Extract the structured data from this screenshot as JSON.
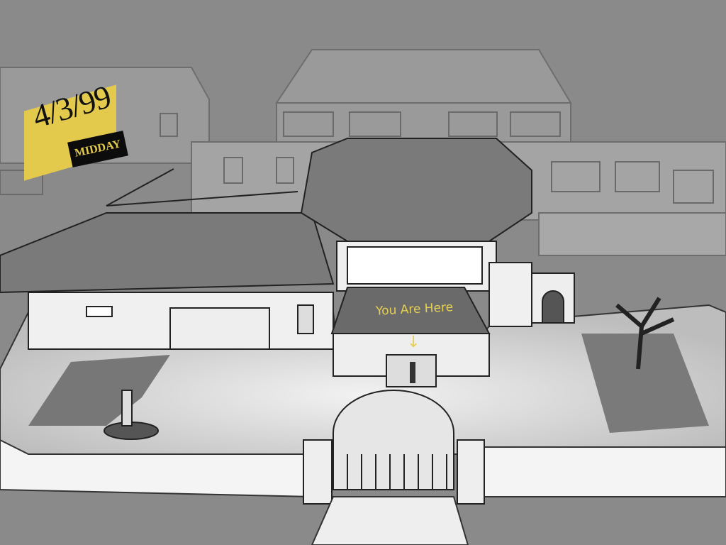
{
  "hud": {
    "date": "4/3/99",
    "time_of_day": "MIDDAY",
    "you_are_here_label": "You Are Here",
    "marker_icon": "down-arrow-icon"
  },
  "colors": {
    "tag_yellow": "#e3c94c",
    "tag_black": "#0c0c0c",
    "marker_yellow": "#e6cf55",
    "background_gray": "#8a8a8a"
  }
}
